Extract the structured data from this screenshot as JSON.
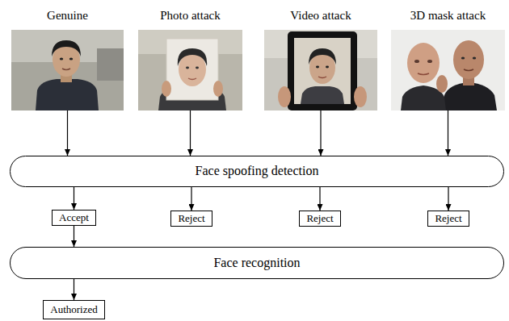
{
  "diagram": {
    "nodes": [
      {
        "text": [
          "Genuine"
        ]
      },
      {
        "text": [
          "Photo attack"
        ]
      },
      {
        "text": [
          "Video attack"
        ]
      },
      {
        "text": [
          "3D mask attack"
        ]
      },
      {
        "text": [
          "Face spoofing detection"
        ]
      },
      {
        "text": [
          "Accept"
        ]
      },
      {
        "text": [
          "Reject"
        ]
      },
      {
        "text": [
          "Reject"
        ]
      },
      {
        "text": [
          "Reject"
        ]
      },
      {
        "text": [
          "Face recognition"
        ]
      },
      {
        "text": [
          "Authorized"
        ]
      }
    ],
    "edges": [
      {
        "from": 0,
        "to": 4,
        "arrow": "to"
      },
      {
        "from": 1,
        "to": 4,
        "arrow": "to"
      },
      {
        "from": 2,
        "to": 4,
        "arrow": "to"
      },
      {
        "from": 3,
        "to": 4,
        "arrow": "to"
      },
      {
        "from": 4,
        "to": 5,
        "arrow": "to"
      },
      {
        "from": 4,
        "to": 6,
        "arrow": "to"
      },
      {
        "from": 4,
        "to": 7,
        "arrow": "to"
      },
      {
        "from": 4,
        "to": 8,
        "arrow": "to"
      },
      {
        "from": 5,
        "to": 9,
        "arrow": "to"
      },
      {
        "from": 9,
        "to": 10,
        "arrow": "to"
      }
    ]
  }
}
